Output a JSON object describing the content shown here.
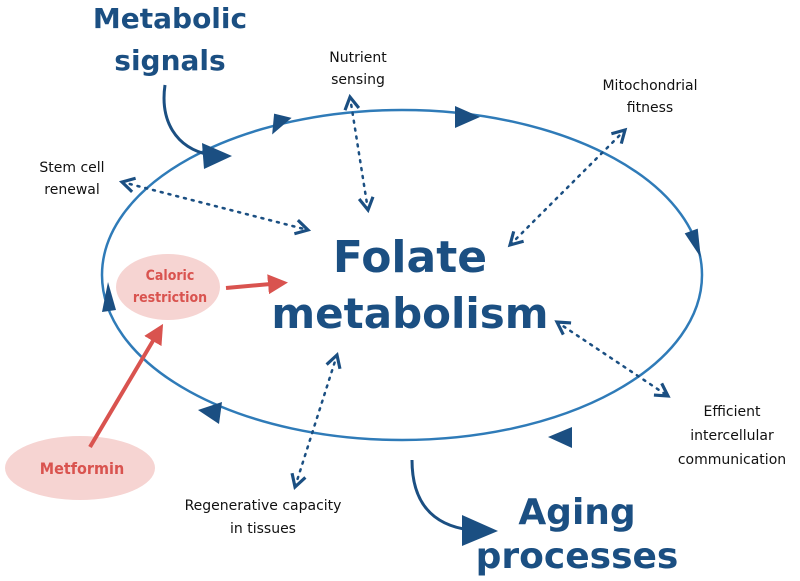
{
  "center": {
    "line1": "Folate",
    "line2": "metabolism"
  },
  "inputs": {
    "line1": "Metabolic",
    "line2": "signals"
  },
  "outputs": {
    "line1": "Aging",
    "line2": "processes"
  },
  "hallmarks": {
    "nutrient": {
      "line1": "Nutrient",
      "line2": "sensing"
    },
    "mito": {
      "line1": "Mitochondrial",
      "line2": "fitness"
    },
    "stem": {
      "line1": "Stem cell",
      "line2": "renewal"
    },
    "intercell": {
      "line1": "Efficient",
      "line2": "intercellular",
      "line3": "communication"
    },
    "regen": {
      "line1": "Regenerative capacity",
      "line2": "in tissues"
    }
  },
  "interventions": {
    "caloric": {
      "line1": "Caloric",
      "line2": "restriction"
    },
    "metformin": "Metformin"
  },
  "colors": {
    "cycle": "#2f7bb8",
    "title": "#1b4f82",
    "arrowhead": "#1b4f82",
    "intervention_fill": "#f6d4d2",
    "intervention_text": "#d9534f",
    "intervention_arrow": "#d9534f"
  }
}
